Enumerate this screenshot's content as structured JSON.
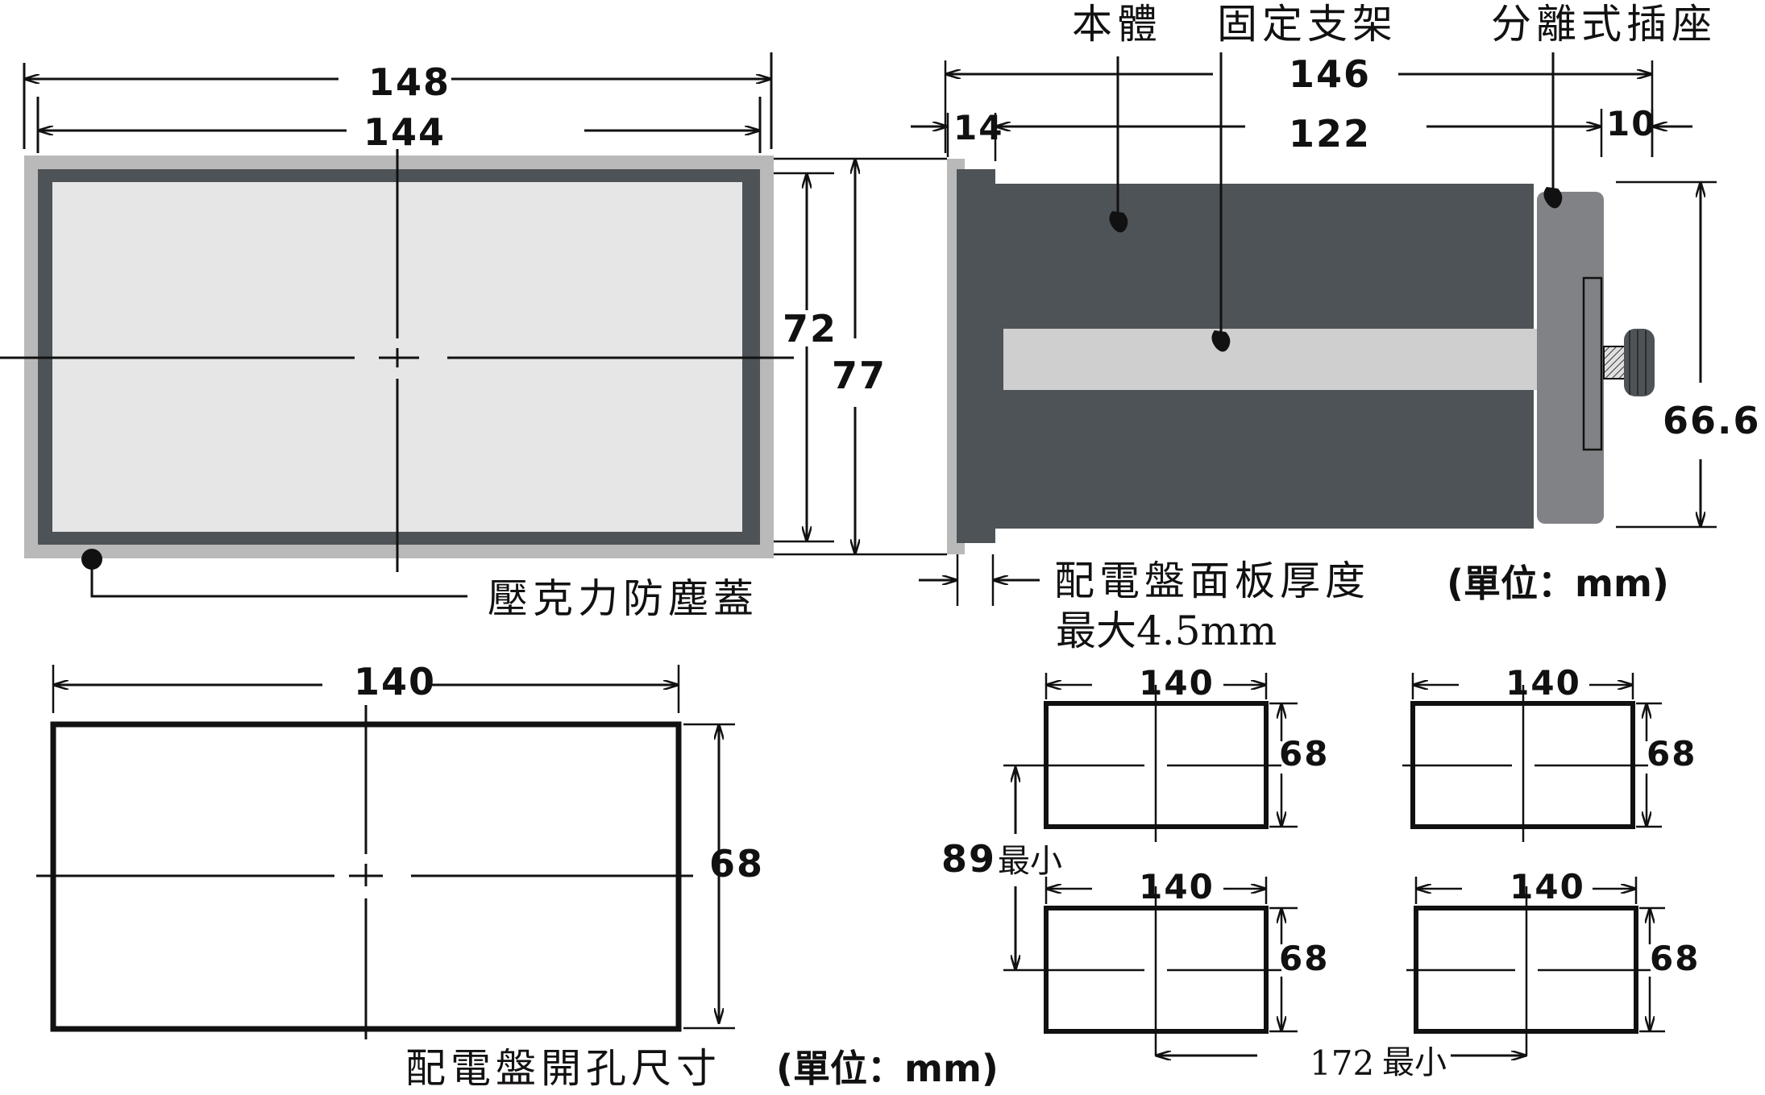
{
  "front_view": {
    "dim_outer_width": "148",
    "dim_inner_width": "144",
    "dim_inner_height": "72",
    "dim_outer_height": "77",
    "cover_label": "壓克力防塵蓋"
  },
  "side_view": {
    "label_body": "本體",
    "label_bracket": "固定支架",
    "label_socket": "分離式插座",
    "dim_total_length": "146",
    "dim_front_depth": "14",
    "dim_body_length": "122",
    "dim_socket_depth": "10",
    "dim_socket_height": "66.6",
    "panel_thickness_label": "配電盤面板厚度",
    "panel_thickness_max": "最大4.5mm",
    "unit_label": "(單位：mm)"
  },
  "cutout": {
    "dim_width": "140",
    "dim_height": "68",
    "caption": "配電盤開孔尺寸",
    "unit_label": "(單位：mm)"
  },
  "multi_mount": {
    "cells": [
      {
        "width": "140",
        "height": "68"
      },
      {
        "width": "140",
        "height": "68"
      },
      {
        "width": "140",
        "height": "68"
      },
      {
        "width": "140",
        "height": "68"
      }
    ],
    "vertical_pitch_value": "89",
    "vertical_pitch_suffix": "最小",
    "horizontal_pitch_value": "172",
    "horizontal_pitch_suffix": "最小"
  },
  "colors": {
    "bezel_light": "#b9b9b9",
    "bezel_dark": "#4e5357",
    "panel_window": "#e6e6e6",
    "body_dark": "#4e5357",
    "bracket": "#cfcfcf",
    "socket": "#808285"
  }
}
